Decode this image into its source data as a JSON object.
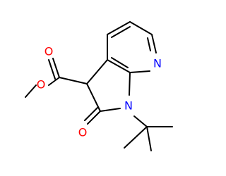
{
  "molecule": {
    "atoms": {
      "pyridine_n": {
        "symbol": "N",
        "color": "#0000ff"
      },
      "lactam_n": {
        "symbol": "N",
        "color": "#0000ff"
      },
      "ester_carbonyl_o": {
        "symbol": "O",
        "color": "#ff0000"
      },
      "ester_ether_o": {
        "symbol": "O",
        "color": "#ff0000"
      },
      "lactam_o": {
        "symbol": "O",
        "color": "#ff0000"
      }
    },
    "bond_color": "#000000",
    "background": "#ffffff"
  }
}
